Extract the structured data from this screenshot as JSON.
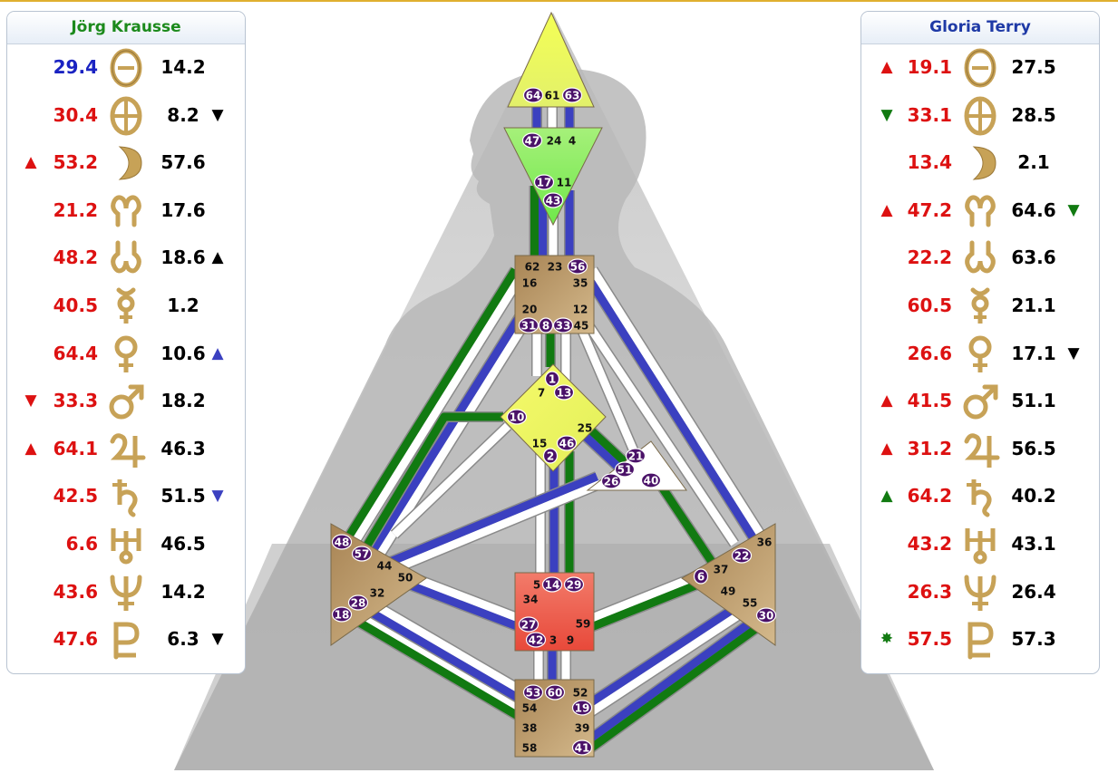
{
  "colors": {
    "design": "#dd1111",
    "personality": "#000000",
    "green": "#117a11",
    "blue": "#3b40c0",
    "circle": "#4a1168"
  },
  "left_panel": {
    "title": "Jörg Krausse",
    "rows": [
      {
        "planet": "sun-icon",
        "design": "29.4",
        "design_color": "#1a23c2",
        "personality": "14.2",
        "mark_left": "",
        "mark_left_color": "",
        "mark_right": "",
        "mark_right_color": ""
      },
      {
        "planet": "earth-icon",
        "design": "30.4",
        "design_color": "#dd1111",
        "personality": "8.2",
        "mark_left": "",
        "mark_left_color": "",
        "mark_right": "▼",
        "mark_right_color": "#000000"
      },
      {
        "planet": "moon-icon",
        "design": "53.2",
        "design_color": "#dd1111",
        "personality": "57.6",
        "mark_left": "▲",
        "mark_left_color": "#dd1111",
        "mark_right": "",
        "mark_right_color": ""
      },
      {
        "planet": "north-node-icon",
        "design": "21.2",
        "design_color": "#dd1111",
        "personality": "17.6",
        "mark_left": "",
        "mark_left_color": "",
        "mark_right": "",
        "mark_right_color": ""
      },
      {
        "planet": "south-node-icon",
        "design": "48.2",
        "design_color": "#dd1111",
        "personality": "18.6",
        "mark_left": "",
        "mark_left_color": "",
        "mark_right": "▲",
        "mark_right_color": "#000000"
      },
      {
        "planet": "mercury-icon",
        "design": "40.5",
        "design_color": "#dd1111",
        "personality": "1.2",
        "mark_left": "",
        "mark_left_color": "",
        "mark_right": "",
        "mark_right_color": ""
      },
      {
        "planet": "venus-icon",
        "design": "64.4",
        "design_color": "#dd1111",
        "personality": "10.6",
        "mark_left": "",
        "mark_left_color": "",
        "mark_right": "▲",
        "mark_right_color": "#3b40c0"
      },
      {
        "planet": "mars-icon",
        "design": "33.3",
        "design_color": "#dd1111",
        "personality": "18.2",
        "mark_left": "▼",
        "mark_left_color": "#dd1111",
        "mark_right": "",
        "mark_right_color": ""
      },
      {
        "planet": "jupiter-icon",
        "design": "64.1",
        "design_color": "#dd1111",
        "personality": "46.3",
        "mark_left": "▲",
        "mark_left_color": "#dd1111",
        "mark_right": "",
        "mark_right_color": ""
      },
      {
        "planet": "saturn-icon",
        "design": "42.5",
        "design_color": "#dd1111",
        "personality": "51.5",
        "mark_left": "",
        "mark_left_color": "",
        "mark_right": "▼",
        "mark_right_color": "#3b40c0"
      },
      {
        "planet": "uranus-icon",
        "design": "6.6",
        "design_color": "#dd1111",
        "personality": "46.5",
        "mark_left": "",
        "mark_left_color": "",
        "mark_right": "",
        "mark_right_color": ""
      },
      {
        "planet": "neptune-icon",
        "design": "43.6",
        "design_color": "#dd1111",
        "personality": "14.2",
        "mark_left": "",
        "mark_left_color": "",
        "mark_right": "",
        "mark_right_color": ""
      },
      {
        "planet": "pluto-icon",
        "design": "47.6",
        "design_color": "#dd1111",
        "personality": "6.3",
        "mark_left": "",
        "mark_left_color": "",
        "mark_right": "▼",
        "mark_right_color": "#000000"
      }
    ]
  },
  "right_panel": {
    "title": "Gloria Terry",
    "rows": [
      {
        "planet": "sun-icon",
        "design": "19.1",
        "design_color": "#dd1111",
        "personality": "27.5",
        "mark_left": "▲",
        "mark_left_color": "#dd1111",
        "mark_right": "",
        "mark_right_color": ""
      },
      {
        "planet": "earth-icon",
        "design": "33.1",
        "design_color": "#dd1111",
        "personality": "28.5",
        "mark_left": "▼",
        "mark_left_color": "#117a11",
        "mark_right": "",
        "mark_right_color": ""
      },
      {
        "planet": "moon-icon",
        "design": "13.4",
        "design_color": "#dd1111",
        "personality": "2.1",
        "mark_left": "",
        "mark_left_color": "",
        "mark_right": "",
        "mark_right_color": ""
      },
      {
        "planet": "north-node-icon",
        "design": "47.2",
        "design_color": "#dd1111",
        "personality": "64.6",
        "mark_left": "▲",
        "mark_left_color": "#dd1111",
        "mark_right": "▼",
        "mark_right_color": "#117a11"
      },
      {
        "planet": "south-node-icon",
        "design": "22.2",
        "design_color": "#dd1111",
        "personality": "63.6",
        "mark_left": "",
        "mark_left_color": "",
        "mark_right": "",
        "mark_right_color": ""
      },
      {
        "planet": "mercury-icon",
        "design": "60.5",
        "design_color": "#dd1111",
        "personality": "21.1",
        "mark_left": "",
        "mark_left_color": "",
        "mark_right": "",
        "mark_right_color": ""
      },
      {
        "planet": "venus-icon",
        "design": "26.6",
        "design_color": "#dd1111",
        "personality": "17.1",
        "mark_left": "",
        "mark_left_color": "",
        "mark_right": "▼",
        "mark_right_color": "#000000"
      },
      {
        "planet": "mars-icon",
        "design": "41.5",
        "design_color": "#dd1111",
        "personality": "51.1",
        "mark_left": "▲",
        "mark_left_color": "#dd1111",
        "mark_right": "",
        "mark_right_color": ""
      },
      {
        "planet": "jupiter-icon",
        "design": "31.2",
        "design_color": "#dd1111",
        "personality": "56.5",
        "mark_left": "▲",
        "mark_left_color": "#dd1111",
        "mark_right": "",
        "mark_right_color": ""
      },
      {
        "planet": "saturn-icon",
        "design": "64.2",
        "design_color": "#dd1111",
        "personality": "40.2",
        "mark_left": "▲",
        "mark_left_color": "#117a11",
        "mark_right": "",
        "mark_right_color": ""
      },
      {
        "planet": "uranus-icon",
        "design": "43.2",
        "design_color": "#dd1111",
        "personality": "43.1",
        "mark_left": "",
        "mark_left_color": "",
        "mark_right": "",
        "mark_right_color": ""
      },
      {
        "planet": "neptune-icon",
        "design": "26.3",
        "design_color": "#dd1111",
        "personality": "26.4",
        "mark_left": "",
        "mark_left_color": "",
        "mark_right": "",
        "mark_right_color": ""
      },
      {
        "planet": "pluto-icon",
        "design": "57.5",
        "design_color": "#dd1111",
        "personality": "57.3",
        "mark_left": "✸",
        "mark_left_color": "#117a11",
        "mark_right": "",
        "mark_right_color": ""
      }
    ]
  },
  "gates": {
    "head": {
      "circled": [
        "64",
        "63"
      ],
      "plain": [
        "61"
      ]
    },
    "ajna": {
      "circled": [
        "47",
        "17",
        "43"
      ],
      "plain": [
        "24",
        "4",
        "11"
      ]
    },
    "throat": {
      "circled": [
        "56",
        "31",
        "8",
        "33"
      ],
      "plain": [
        "62",
        "23",
        "16",
        "35",
        "20",
        "12",
        "45"
      ]
    },
    "g": {
      "circled": [
        "1",
        "13",
        "10",
        "46",
        "2"
      ],
      "plain": [
        "7",
        "25",
        "15"
      ]
    },
    "heart": {
      "circled": [
        "21",
        "51",
        "26",
        "40"
      ],
      "plain": []
    },
    "spleen": {
      "circled": [
        "48",
        "57",
        "28",
        "18"
      ],
      "plain": [
        "44",
        "50",
        "32"
      ]
    },
    "sacral": {
      "circled": [
        "14",
        "29",
        "27",
        "42"
      ],
      "plain": [
        "5",
        "34",
        "59",
        "3",
        "9"
      ]
    },
    "solar_plexus": {
      "circled": [
        "22",
        "6",
        "30"
      ],
      "plain": [
        "36",
        "37",
        "49",
        "55"
      ]
    },
    "root": {
      "circled": [
        "53",
        "60",
        "19",
        "41"
      ],
      "plain": [
        "52",
        "54",
        "38",
        "39",
        "58"
      ]
    }
  }
}
